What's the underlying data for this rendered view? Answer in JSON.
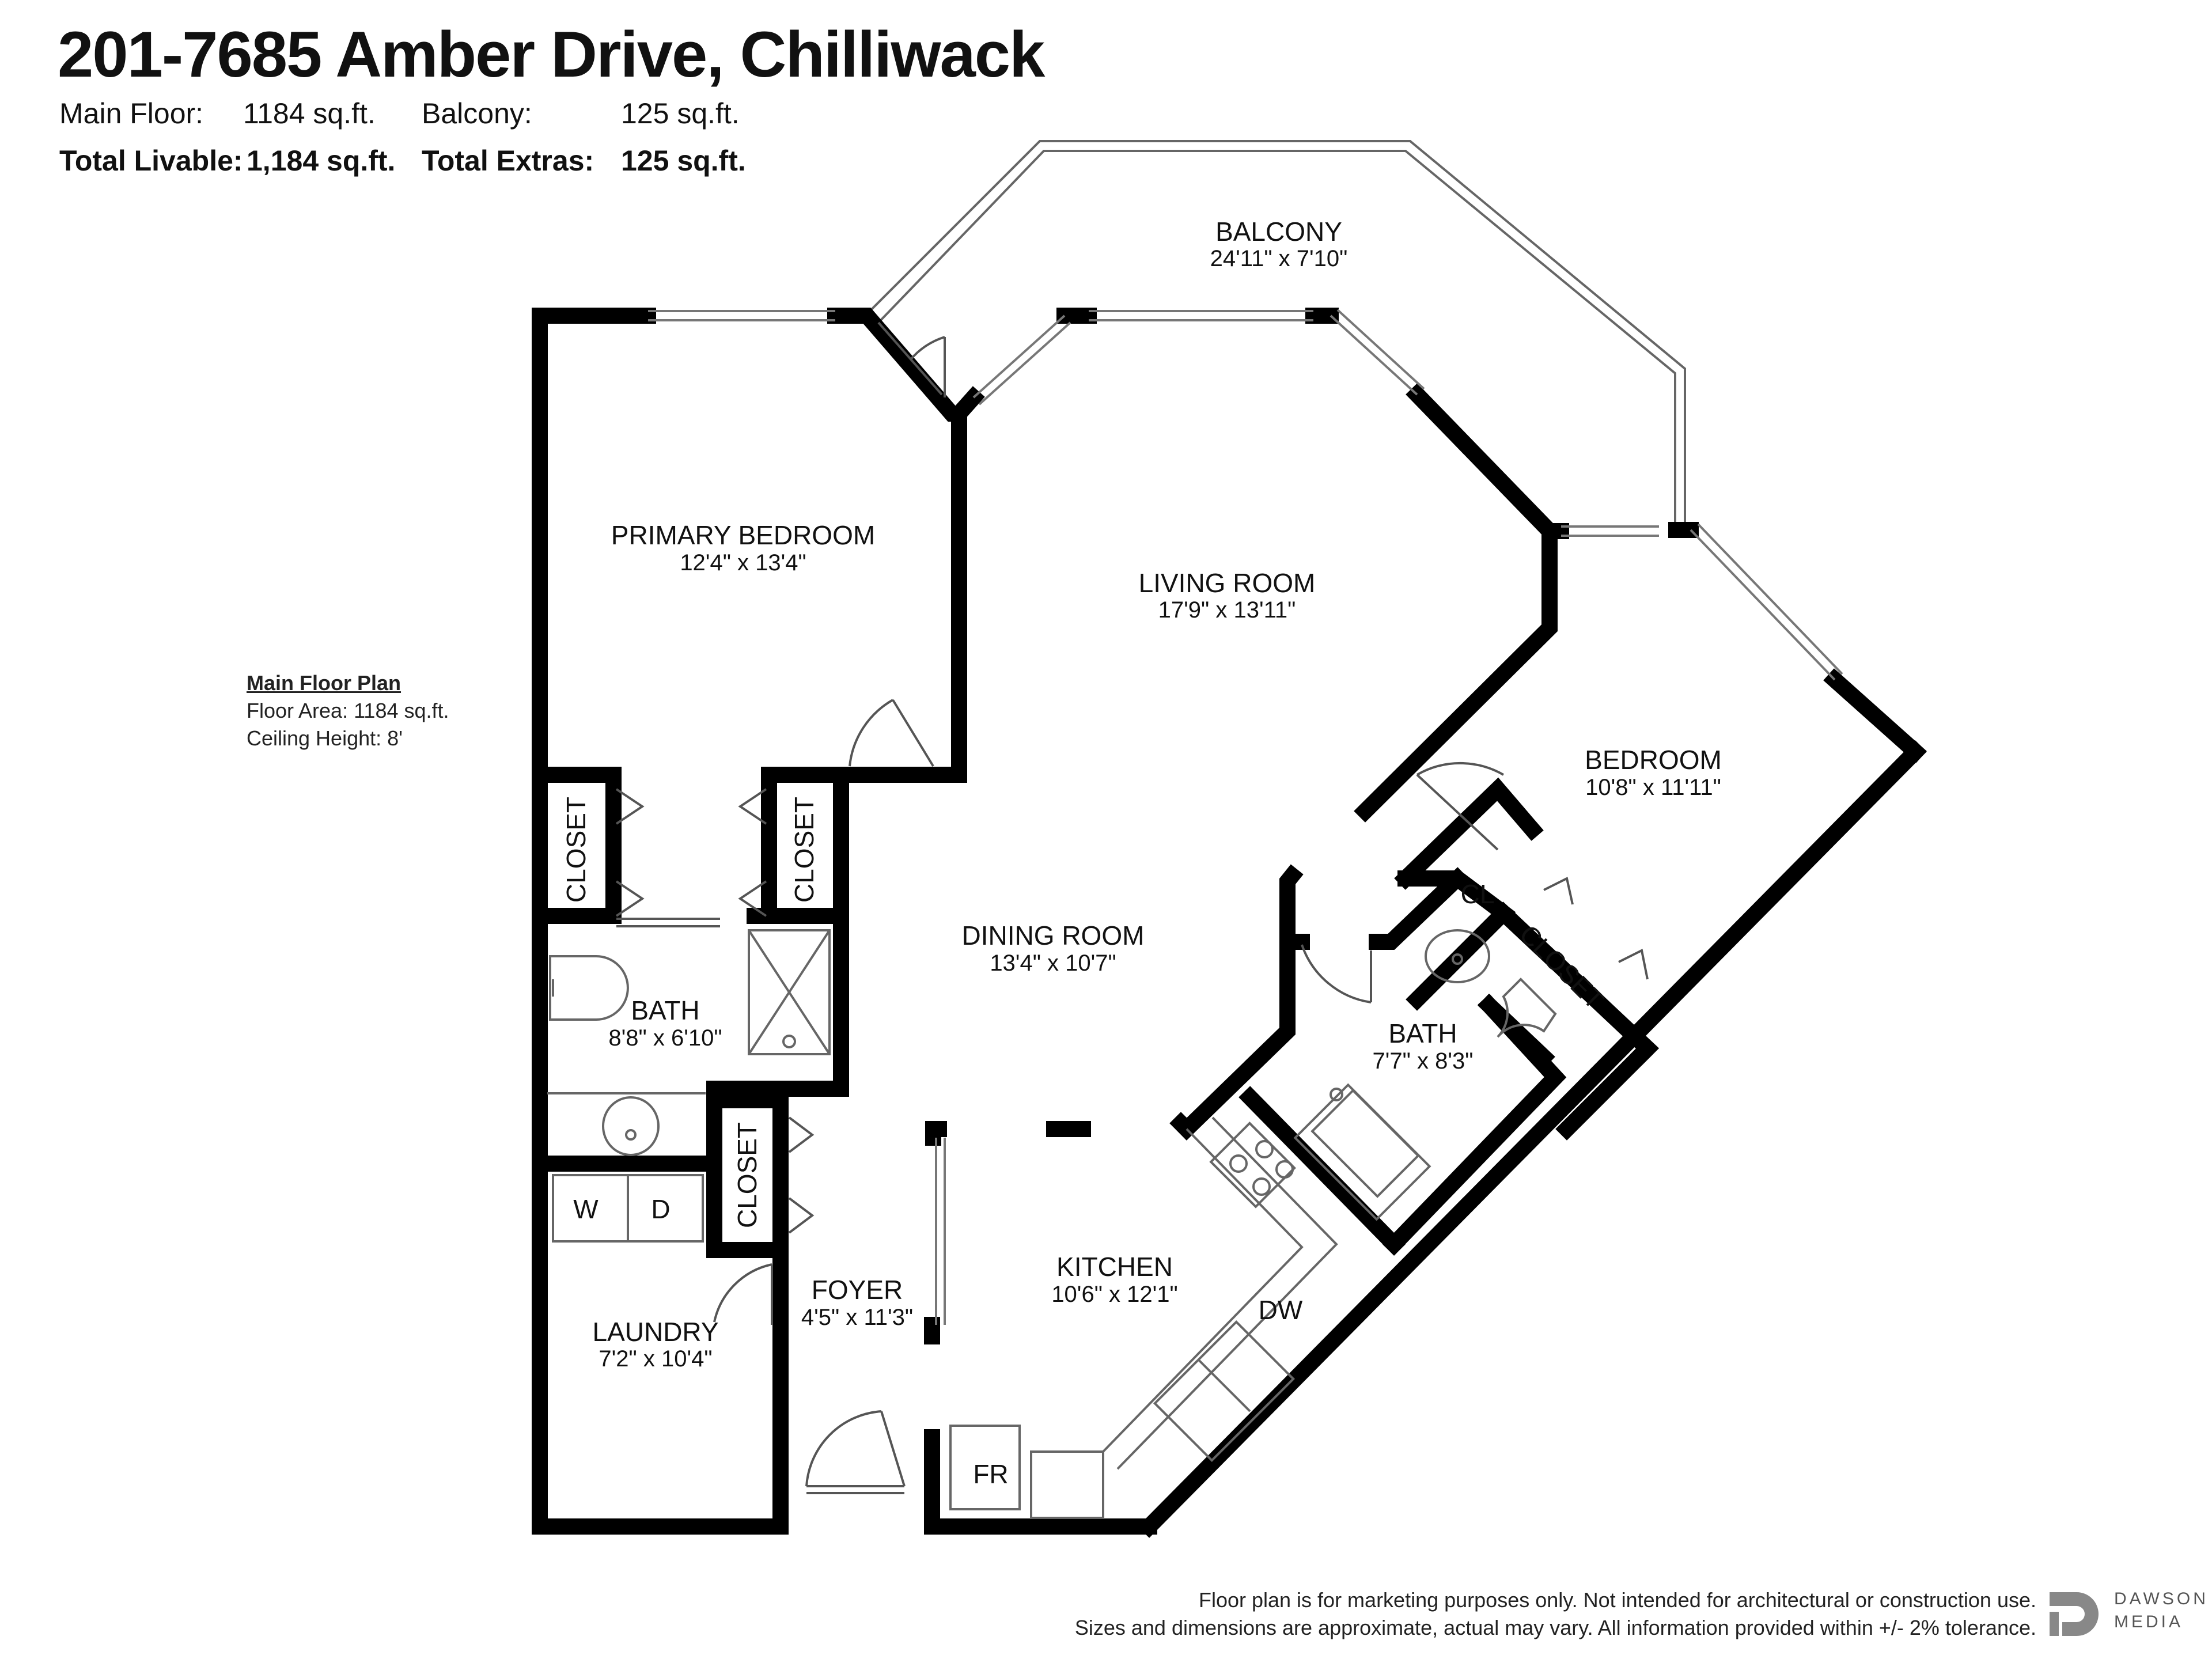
{
  "header": {
    "title": "201-7685 Amber Drive, Chilliwack",
    "stats": {
      "main_floor_label": "Main Floor:",
      "main_floor_value": "1184 sq.ft.",
      "balcony_label": "Balcony:",
      "balcony_value": "125 sq.ft.",
      "total_livable_label": "Total Livable:",
      "total_livable_value": "1,184 sq.ft.",
      "total_extras_label": "Total Extras:",
      "total_extras_value": "125 sq.ft."
    }
  },
  "plan_info": {
    "heading": "Main Floor Plan",
    "floor_area": "Floor Area: 1184 sq.ft.",
    "ceiling_height": "Ceiling Height: 8'"
  },
  "rooms": {
    "balcony": {
      "name": "BALCONY",
      "dims": "24'11\" x 7'10\""
    },
    "primary_bedroom": {
      "name": "PRIMARY BEDROOM",
      "dims": "12'4\" x 13'4\""
    },
    "living_room": {
      "name": "LIVING ROOM",
      "dims": "17'9\" x 13'11\""
    },
    "bedroom": {
      "name": "BEDROOM",
      "dims": "10'8\" x 11'11\""
    },
    "dining_room": {
      "name": "DINING ROOM",
      "dims": "13'4\" x 10'7\""
    },
    "bath_1": {
      "name": "BATH",
      "dims": "8'8\" x 6'10\""
    },
    "bath_2": {
      "name": "BATH",
      "dims": "7'7\" x 8'3\""
    },
    "kitchen": {
      "name": "KITCHEN",
      "dims": "10'6\" x 12'1\""
    },
    "foyer": {
      "name": "FOYER",
      "dims": "4'5\" x 11'3\""
    },
    "laundry": {
      "name": "LAUNDRY",
      "dims": "7'2\" x 10'4\""
    }
  },
  "fixtures": {
    "closet_left": "CLOSET",
    "closet_right": "CLOSET",
    "closet_foyer": "CLOSET",
    "closet_bedroom": "CLOSET",
    "cl": "CL",
    "washer": "W",
    "dryer": "D",
    "dishwasher": "DW",
    "fridge": "FR"
  },
  "disclaimer": {
    "line1": "Floor plan is for marketing purposes only. Not intended for architectural or construction use.",
    "line2": "Sizes and dimensions are approximate, actual may vary. All information provided within +/- 2% tolerance."
  },
  "logo": {
    "line1": "DAWSON",
    "line2": "MEDIA"
  }
}
